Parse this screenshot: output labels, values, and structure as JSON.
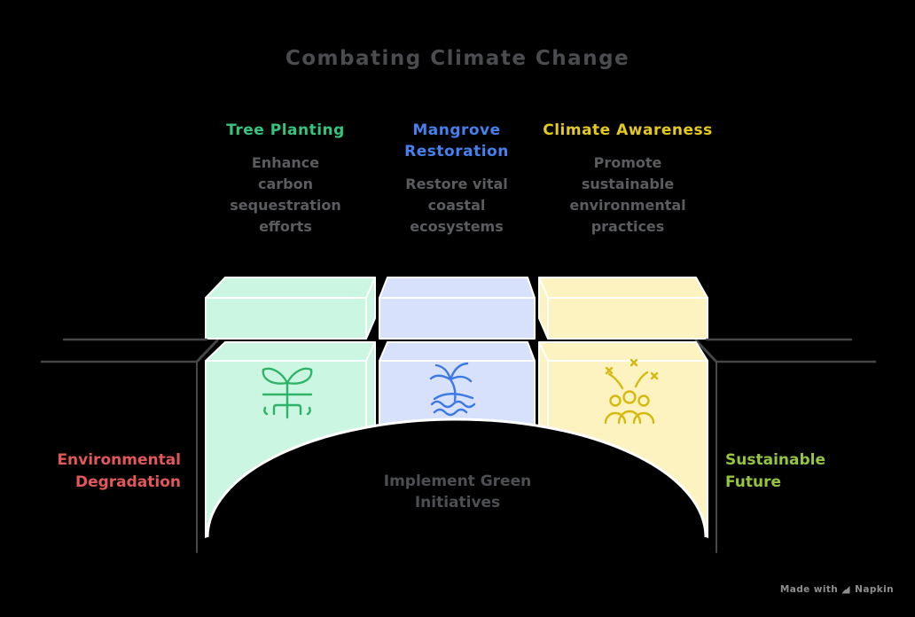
{
  "title": "Combating Climate Change",
  "columns": [
    {
      "heading": "Tree Planting",
      "heading_lines": [
        "Tree Planting"
      ],
      "heading_color": "#33c57e",
      "description": "Enhance carbon sequestration efforts",
      "description_lines": [
        "Enhance",
        "carbon",
        "sequestration",
        "efforts"
      ],
      "icon": "sapling-icon",
      "icon_color": "#2fb368",
      "block_color": "#cbf6e1"
    },
    {
      "heading": "Mangrove Restoration",
      "heading_lines": [
        "Mangrove",
        "Restoration"
      ],
      "heading_color": "#4680ee",
      "description": "Restore vital coastal ecosystems",
      "description_lines": [
        "Restore vital",
        "coastal",
        "ecosystems"
      ],
      "icon": "palm-tree-icon",
      "icon_color": "#3c79e6",
      "block_color": "#d8e1fb"
    },
    {
      "heading": "Climate Awareness",
      "heading_lines": [
        "Climate",
        "Awareness"
      ],
      "heading_color": "#e3ca1b",
      "description": "Promote sustainable environmental practices",
      "description_lines": [
        "Promote",
        "sustainable",
        "environmental",
        "practices"
      ],
      "icon": "celebration-icon",
      "icon_color": "#d5b90e",
      "block_color": "#fdf3c0"
    }
  ],
  "bridge": {
    "left_label": "Environmental Degradation",
    "left_label_lines": [
      "Environmental",
      "Degradation"
    ],
    "left_label_color": "#e25757",
    "right_label": "Sustainable Future",
    "right_label_lines": [
      "Sustainable",
      "Future"
    ],
    "right_label_color": "#95c43e",
    "center_label": "Implement Green Initiatives",
    "center_label_lines": [
      "Implement Green",
      "Initiatives"
    ],
    "center_label_color": "#4d4f53"
  },
  "footer": {
    "credit_prefix": "Made with",
    "credit_brand": "Napkin"
  },
  "palette": {
    "background": "#000000",
    "title_color": "#4b4c50",
    "description_color": "#5a5c5f",
    "block_outline": "#ffffff",
    "road_line": "#474747"
  }
}
